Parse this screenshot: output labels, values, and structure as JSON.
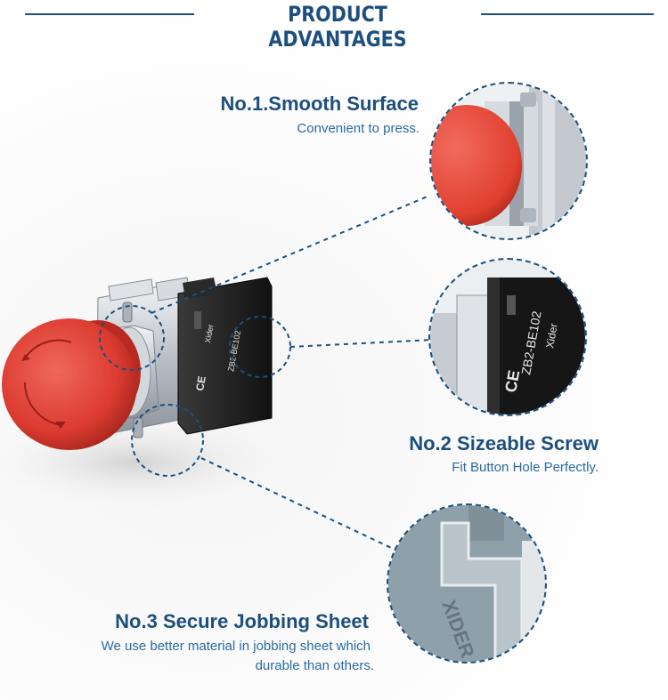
{
  "header": {
    "title": "PRODUCT ADVANTAGES"
  },
  "features": [
    {
      "title": "No.1.Smooth Surface",
      "desc": "Convenient to press."
    },
    {
      "title": "No.2 Sizeable Screw",
      "desc": "Fit Button Hole Perfectly."
    },
    {
      "title": "No.3 Secure Jobbing Sheet",
      "desc_line1": "We use better material in jobbing sheet which",
      "desc_line2": "durable than others."
    }
  ],
  "product": {
    "brand_text": "Xider",
    "model_text": "ZB2-BE102",
    "ce_mark": "CE",
    "jobbing_sheet_text": "XIDER"
  },
  "colors": {
    "accent": "#1d4f7e",
    "desc": "#2a6aa3",
    "button_red": "#e4463b",
    "metal": "#c9ced3",
    "contact_block": "#1b1b1b"
  }
}
